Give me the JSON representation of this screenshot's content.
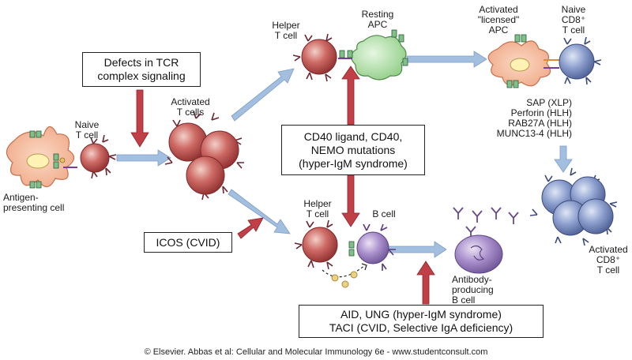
{
  "colors": {
    "flow_arrow": "#9db9dc",
    "defect_arrow": "#b8333a",
    "t_cell": "#c3504e",
    "apc": "#f3b89a",
    "b_cell": "#a78fc8",
    "cd8": "#7d8fc2",
    "resting_apc": "#a9d9a0"
  },
  "cells": {
    "antigen_presenting": "Antigen-\npresenting cell",
    "naive_t": "Naive\nT cell",
    "activated_t": "Activated\nT cells",
    "helper_t_top": "Helper\nT cell",
    "resting_apc": "Resting\nAPC",
    "licensed_apc": "Activated\n\"licensed\"\nAPC",
    "naive_cd8": "Naive\nCD8⁺\nT cell",
    "helper_t_bottom": "Helper\nT cell",
    "b_cell": "B cell",
    "antibody_b": "Antibody-\nproducing\nB cell",
    "activated_cd8": "Activated\nCD8⁺\nT cell"
  },
  "defects": {
    "tcr": "Defects in TCR\ncomplex signaling",
    "cd40": "CD40 ligand, CD40,\nNEMO mutations\n(hyper-IgM syndrome)",
    "icos": "ICOS (CVID)",
    "aid": "AID, UNG (hyper-IgM syndrome)\nTACI (CVID, Selective IgA deficiency)",
    "cd8_list": "SAP (XLP)\nPerforin (HLH)\nRAB27A (HLH)\nMUNC13-4 (HLH)"
  },
  "caption": "© Elsevier. Abbas et al: Cellular and Molecular Immunology 6e - www.studentconsult.com"
}
